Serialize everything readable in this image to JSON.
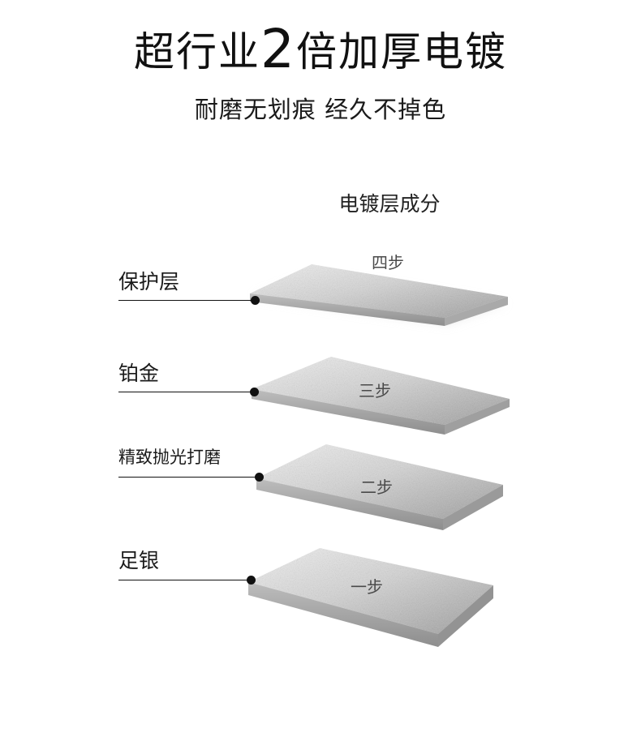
{
  "headline": {
    "before": "超行业",
    "number": "2",
    "after": "倍加厚电镀"
  },
  "subline": "耐磨无划痕 经久不掉色",
  "section_title": "电镀层成分",
  "layers": [
    {
      "label": "保护层",
      "step": "四步"
    },
    {
      "label": "铂金",
      "step": "三步"
    },
    {
      "label": "精致抛光打磨",
      "step": "二步"
    },
    {
      "label": "足银",
      "step": "一步"
    }
  ],
  "colors": {
    "text": "#1a1a1a",
    "plate_light": "#e6e6e6",
    "plate_dark": "#9a9a9a",
    "leader": "#111111"
  }
}
